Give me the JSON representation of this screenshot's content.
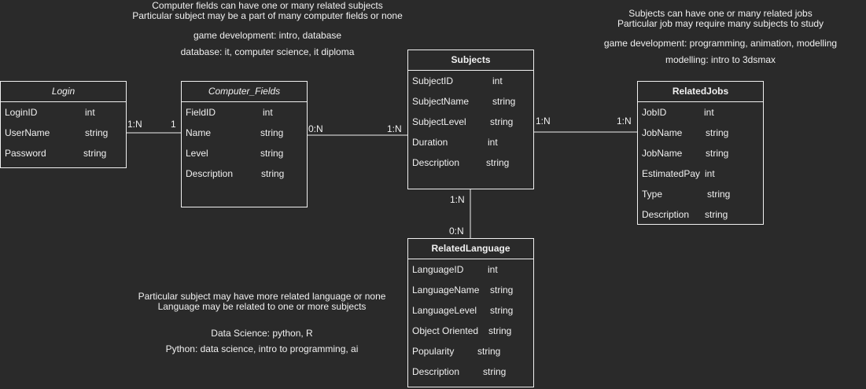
{
  "entities": {
    "login": {
      "title": "Login",
      "fields": [
        {
          "name": "LoginID",
          "type": "int"
        },
        {
          "name": "UserName",
          "type": "string"
        },
        {
          "name": "Password",
          "type": "string"
        }
      ]
    },
    "computer_fields": {
      "title": "Computer_Fields",
      "fields": [
        {
          "name": "FieldID",
          "type": "int"
        },
        {
          "name": "Name",
          "type": "string"
        },
        {
          "name": "Level",
          "type": "string"
        },
        {
          "name": "Description",
          "type": "string"
        }
      ]
    },
    "subjects": {
      "title": "Subjects",
      "fields": [
        {
          "name": "SubjectID",
          "type": "int"
        },
        {
          "name": "SubjectName",
          "type": "string"
        },
        {
          "name": "SubjectLevel",
          "type": "string"
        },
        {
          "name": "Duration",
          "type": "int"
        },
        {
          "name": "Description",
          "type": "string"
        }
      ]
    },
    "related_jobs": {
      "title": "RelatedJobs",
      "fields": [
        {
          "name": "JobID",
          "type": "int"
        },
        {
          "name": "JobName",
          "type": "string"
        },
        {
          "name": "JobName",
          "type": "string"
        },
        {
          "name": "EstimatedPay",
          "type": "int"
        },
        {
          "name": "Type",
          "type": "string"
        },
        {
          "name": "Description",
          "type": "string"
        }
      ]
    },
    "related_language": {
      "title": "RelatedLanguage",
      "fields": [
        {
          "name": "LanguageID",
          "type": "int"
        },
        {
          "name": "LanguageName",
          "type": "string"
        },
        {
          "name": "LanguageLevel",
          "type": "string"
        },
        {
          "name": "Object Oriented",
          "type": "string"
        },
        {
          "name": "Popularity",
          "type": "string"
        },
        {
          "name": "Description",
          "type": "string"
        }
      ]
    }
  },
  "relations": {
    "login_cf_left": "1:N",
    "login_cf_right": "1",
    "cf_subjects_left": "0:N",
    "cf_subjects_right": "1:N",
    "subjects_jobs_left": "1:N",
    "subjects_jobs_right": "1:N",
    "subjects_lang_top": "1:N",
    "subjects_lang_bottom": "0:N"
  },
  "notes": {
    "cf_note": {
      "line1": "Computer fields can have one or many related subjects",
      "line2": "Particular subject may be a part of many computer fields or none",
      "ex1": "game development: intro, database",
      "ex2": "database: it, computer science, it diploma"
    },
    "jobs_note": {
      "line1": "Subjects can have one or many related jobs",
      "line2": "Particular job may require many subjects to study",
      "ex1": "game development: programming, animation, modelling",
      "ex2": "modelling: intro to 3dsmax"
    },
    "lang_note": {
      "line1": "Particular subject may have more related language or none",
      "line2": "Language may be related to one or more subjects",
      "ex1": "Data Science: python, R",
      "ex2": "Python: data science, intro to programming, ai"
    }
  }
}
